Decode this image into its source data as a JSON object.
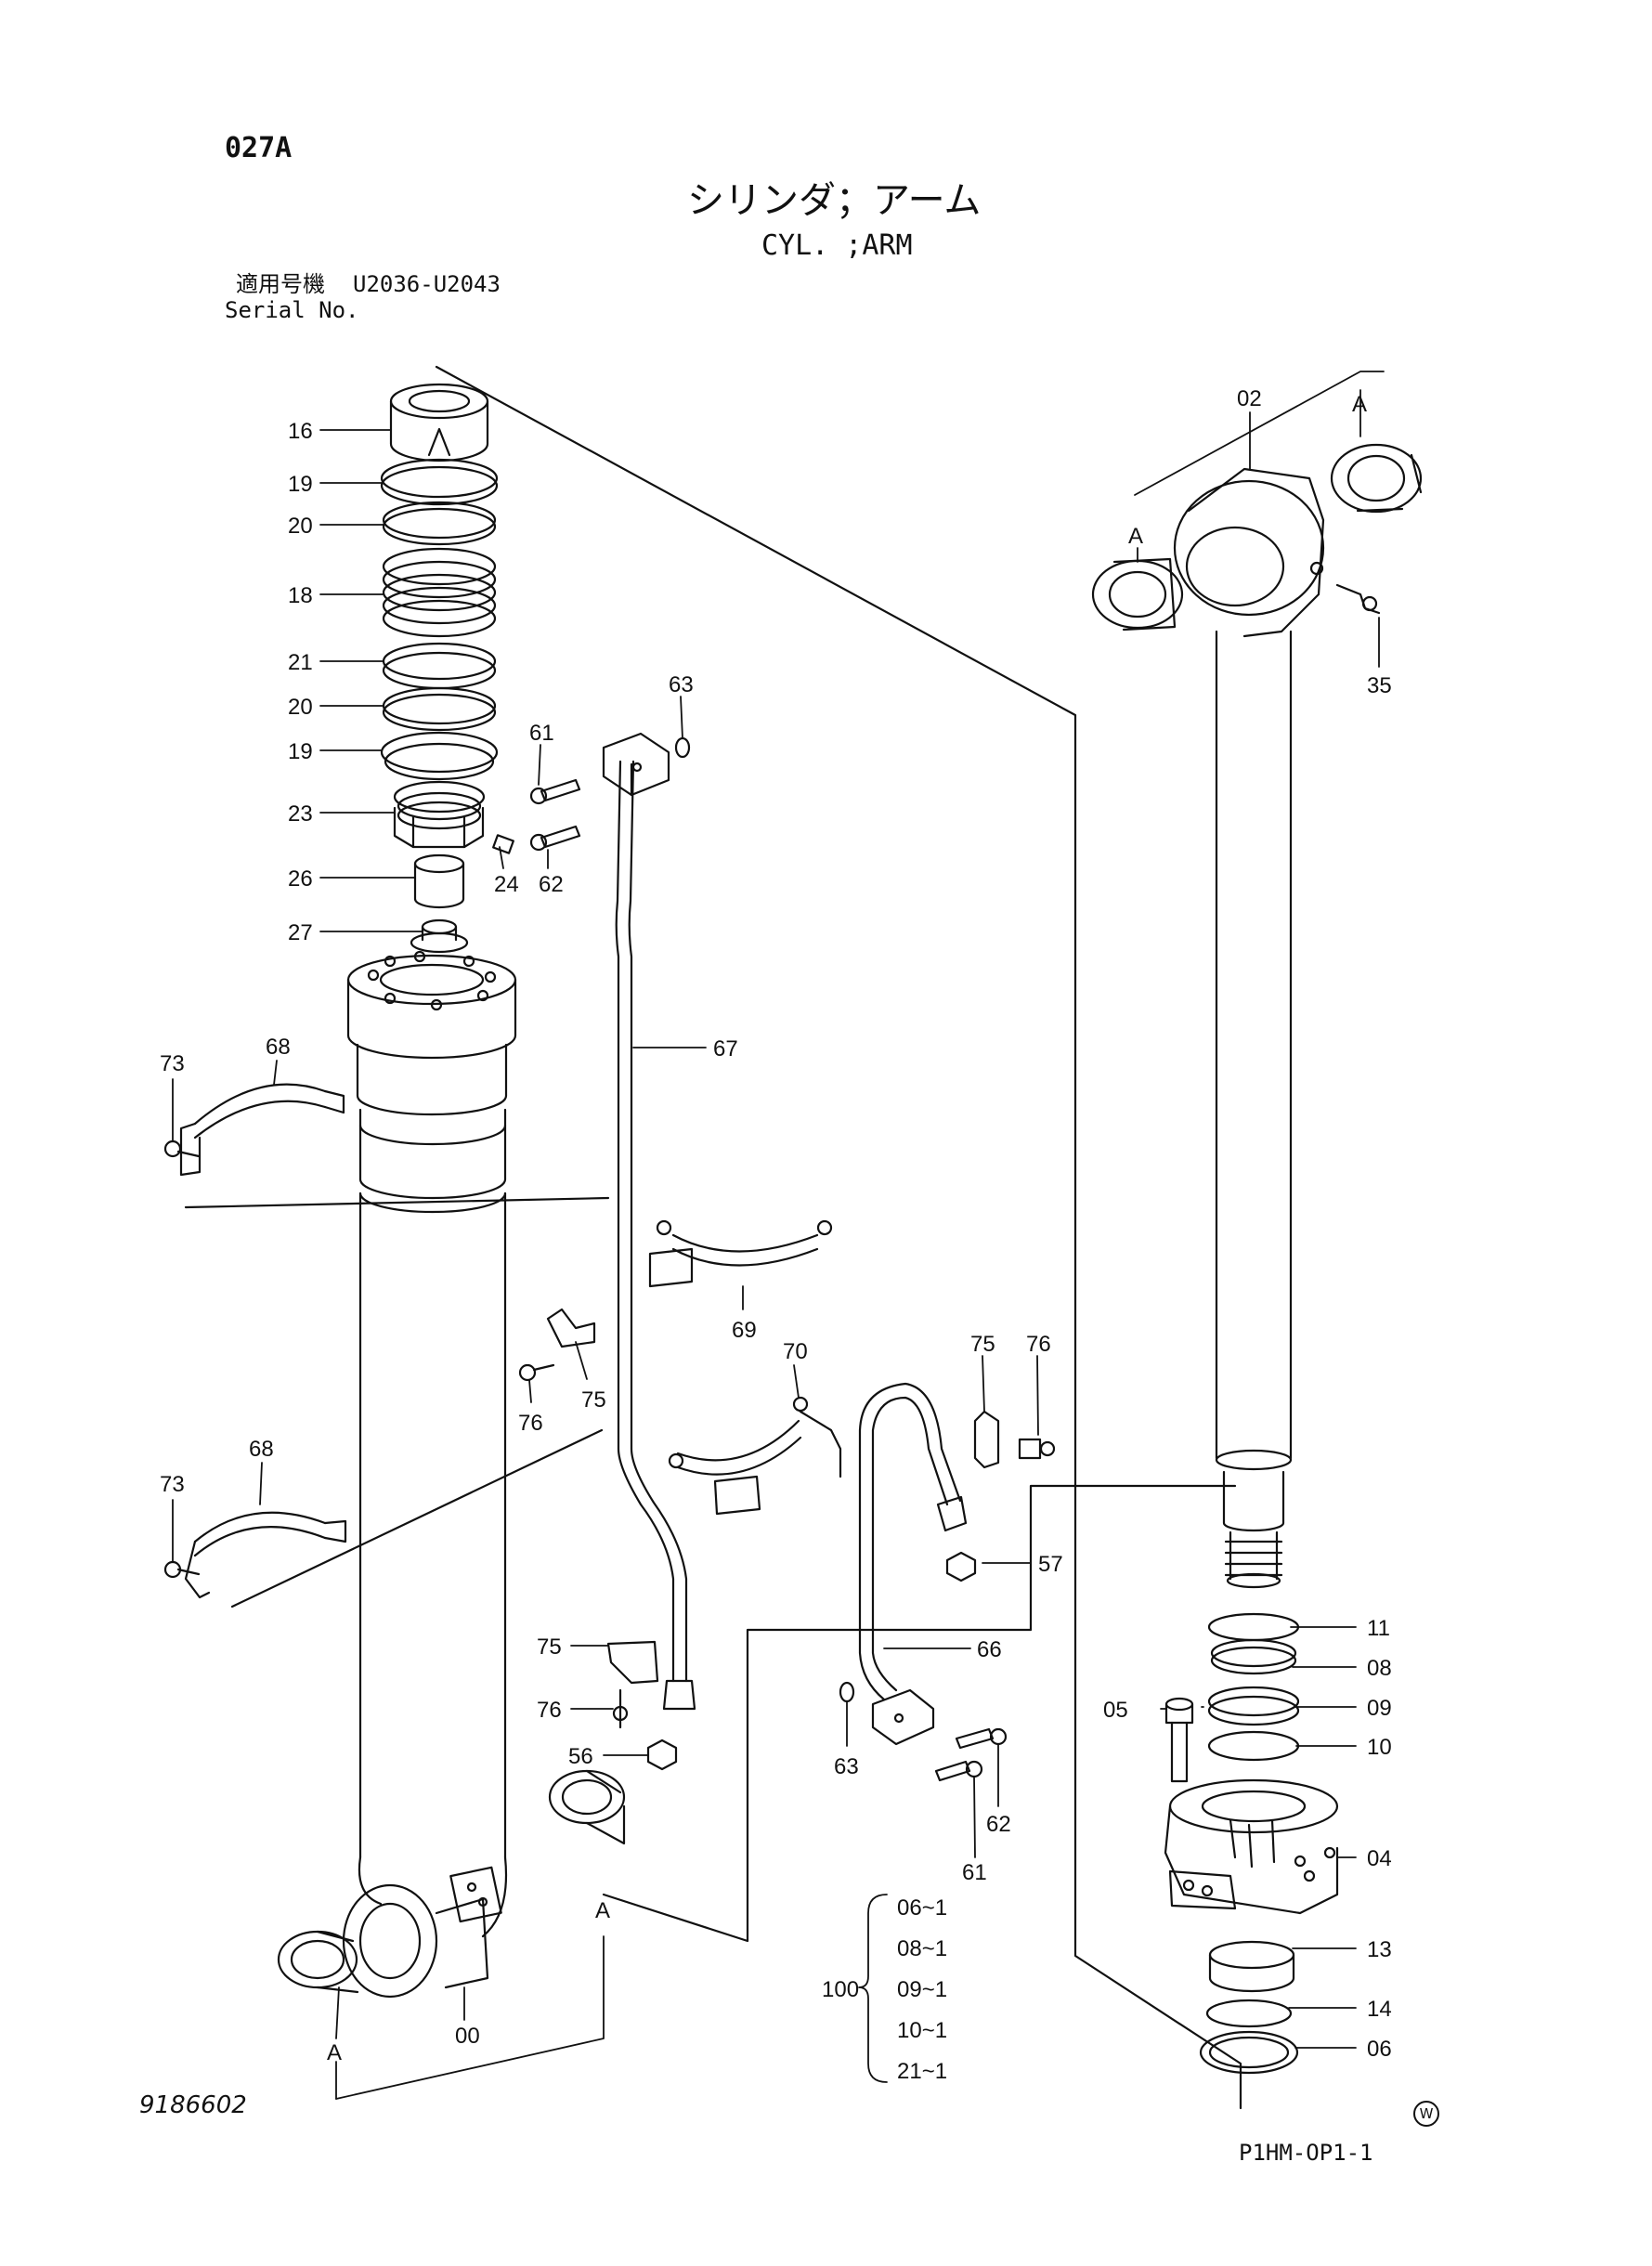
{
  "header": {
    "page_code": "027A",
    "title_jp": "シリンダ；アーム",
    "title_en": "CYL. ;ARM",
    "serial_label_jp": "適用号機",
    "serial_range": "U2036-U2043",
    "serial_label_en": "Serial No."
  },
  "footer": {
    "drawing_number": "9186602",
    "sheet_code": "P1HM-OP1-1",
    "mark": "W"
  },
  "callouts": {
    "c16": "16",
    "c19a": "19",
    "c20a": "20",
    "c18": "18",
    "c21": "21",
    "c20b": "20",
    "c19b": "19",
    "c23": "23",
    "c24": "24",
    "c26": "26",
    "c27": "27",
    "c61a": "61",
    "c62a": "62",
    "c63a": "63",
    "c67": "67",
    "c73a": "73",
    "c68a": "68",
    "c73b": "73",
    "c68b": "68",
    "c69": "69",
    "c75a": "75",
    "c76a": "76",
    "c70": "70",
    "c75b": "75",
    "c76b": "76",
    "c57": "57",
    "c66": "66",
    "c75c": "75",
    "c76c": "76",
    "c56": "56",
    "c63b": "63",
    "c62b": "62",
    "c61b": "61",
    "c00": "00",
    "cA1": "A",
    "cA2": "A",
    "cA3": "A",
    "cA4": "A",
    "c02": "02",
    "c35": "35",
    "c11": "11",
    "c08": "08",
    "c05": "05",
    "c09": "09",
    "c10": "10",
    "c04": "04",
    "c13": "13",
    "c14": "14",
    "c06": "06"
  },
  "kit": {
    "number": "100",
    "items": [
      "06~1",
      "08~1",
      "09~1",
      "10~1",
      "21~1"
    ]
  }
}
